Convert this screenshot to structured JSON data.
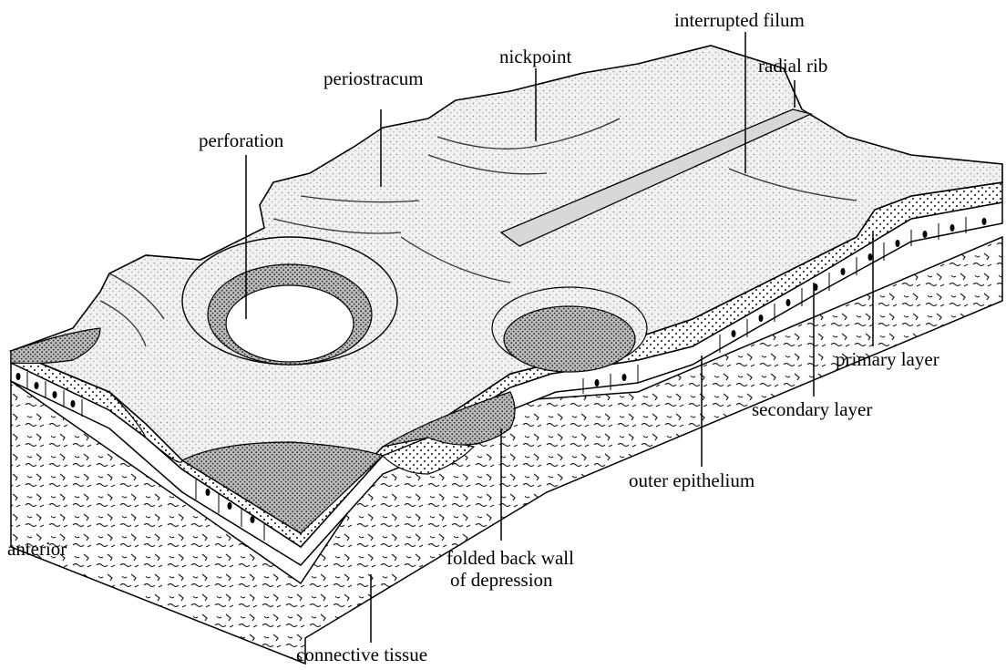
{
  "diagram": {
    "labels": {
      "interrupted_filum": "interrupted filum",
      "nickpoint": "nickpoint",
      "radial_rib": "radial rib",
      "periostracum": "periostracum",
      "perforation": "perforation",
      "primary_layer": "primary layer",
      "secondary_layer": "secondary layer",
      "outer_epithelium": "outer epithelium",
      "anterior": "anterior",
      "folded_back_wall_line1": "folded back wall",
      "folded_back_wall_line2": "of depression",
      "connective_tissue": "connective tissue"
    },
    "colors": {
      "ink": "#000000",
      "stipple": "#9a9a9a",
      "surface": "#e6e6e6",
      "dark": "#5a5a5a",
      "background": "#ffffff"
    }
  }
}
